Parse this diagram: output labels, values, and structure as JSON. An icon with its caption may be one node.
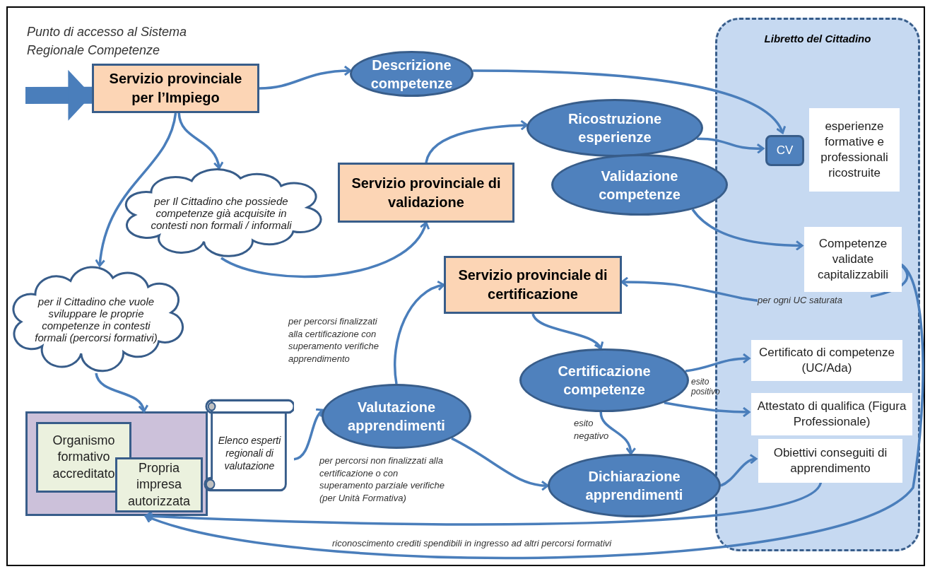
{
  "diagram": {
    "nodes": [
      {
        "text": [
          "Servizio provinciale per l’Impiego"
        ]
      },
      {
        "text": [
          "Descrizione competenze"
        ]
      },
      {
        "text": [
          "per Il Cittadino che possiede competenze già acquisite in contesti non formali / informali"
        ]
      },
      {
        "text": [
          "Servizio provinciale di validazione"
        ]
      },
      {
        "text": [
          "Ricostruzione esperienze"
        ]
      },
      {
        "text": [
          "Validazione competenze"
        ]
      },
      {
        "text": [
          "Libretto del Cittadino"
        ]
      },
      {
        "text": [
          "CV"
        ],
        "in": 6
      },
      {
        "text": [
          "esperienze formative e professionali ricostruite"
        ],
        "in": 6
      },
      {
        "text": [
          "Competenze validate capitalizzabili"
        ],
        "in": 6
      },
      {
        "text": [
          "per il Cittadino che vuole sviluppare le proprie competenze in contesti formali (percorsi formativi)"
        ]
      },
      {
        "text": [
          "Servizio provinciale di certificazione"
        ]
      },
      {
        "text": [],
        "shape": "box"
      },
      {
        "text": [
          "Organismo formativo accreditato"
        ],
        "in": 12
      },
      {
        "text": [
          "Propria impresa autorizzata"
        ],
        "in": 12
      },
      {
        "text": [
          "Elenco esperti regionali di valutazione"
        ]
      },
      {
        "text": [
          "Valutazione apprendimenti"
        ]
      },
      {
        "text": [
          "Certificazione competenze"
        ]
      },
      {
        "text": [
          "Certificato di competenze (UC/Ada)"
        ],
        "in": 6
      },
      {
        "text": [
          "Attestato di qualifica (Figura Professionale)"
        ],
        "in": 6
      },
      {
        "text": [
          "Dichiarazione apprendimenti"
        ]
      },
      {
        "text": [
          "Obiettivi conseguiti di apprendimento"
        ],
        "in": 6
      }
    ],
    "edges": [
      {
        "from": null,
        "to": 0,
        "arrow": "to",
        "style": "thick"
      },
      {
        "from": 0,
        "to": 1,
        "arrow": "to"
      },
      {
        "from": 0,
        "to": 2,
        "arrow": "to"
      },
      {
        "from": 0,
        "to": 10,
        "arrow": "to"
      },
      {
        "from": 1,
        "to": 7,
        "arrow": "to"
      },
      {
        "from": 2,
        "to": 3,
        "arrow": "to"
      },
      {
        "from": 3,
        "to": 4,
        "arrow": "to"
      },
      {
        "from": 4,
        "to": 7,
        "arrow": "to"
      },
      {
        "from": 5,
        "to": 9,
        "arrow": "to"
      },
      {
        "from": 9,
        "to": 11,
        "arrow": "to",
        "label": "per ogni UC saturata"
      },
      {
        "from": 10,
        "to": 12,
        "arrow": "to"
      },
      {
        "from": 15,
        "to": 16,
        "arrow": "to"
      },
      {
        "from": 16,
        "to": 11,
        "arrow": "to",
        "label": "per percorsi finalizzati alla certificazione con superamento verifiche apprendimento"
      },
      {
        "from": 16,
        "to": 20,
        "arrow": "to",
        "label": "per percorsi non finalizzati alla certificazione o con superamento parziale verifiche (per Unità Formativa)"
      },
      {
        "from": 11,
        "to": 17,
        "arrow": "to"
      },
      {
        "from": 17,
        "to": 18,
        "arrow": "to"
      },
      {
        "from": 17,
        "to": 19,
        "arrow": "to",
        "label": "esito positivo"
      },
      {
        "from": 17,
        "to": 20,
        "arrow": "to",
        "label": "esito negativo"
      },
      {
        "from": 20,
        "to": 21,
        "arrow": "to"
      },
      {
        "from": 21,
        "to": 12,
        "arrow": "to"
      },
      {
        "from": 9,
        "to": 12,
        "arrow": "to",
        "label": "riconoscimento crediti spendibili in ingresso ad altri percorsi formativi"
      }
    ],
    "labels": [
      "Punto di accesso al Sistema Regionale Competenze"
    ]
  }
}
